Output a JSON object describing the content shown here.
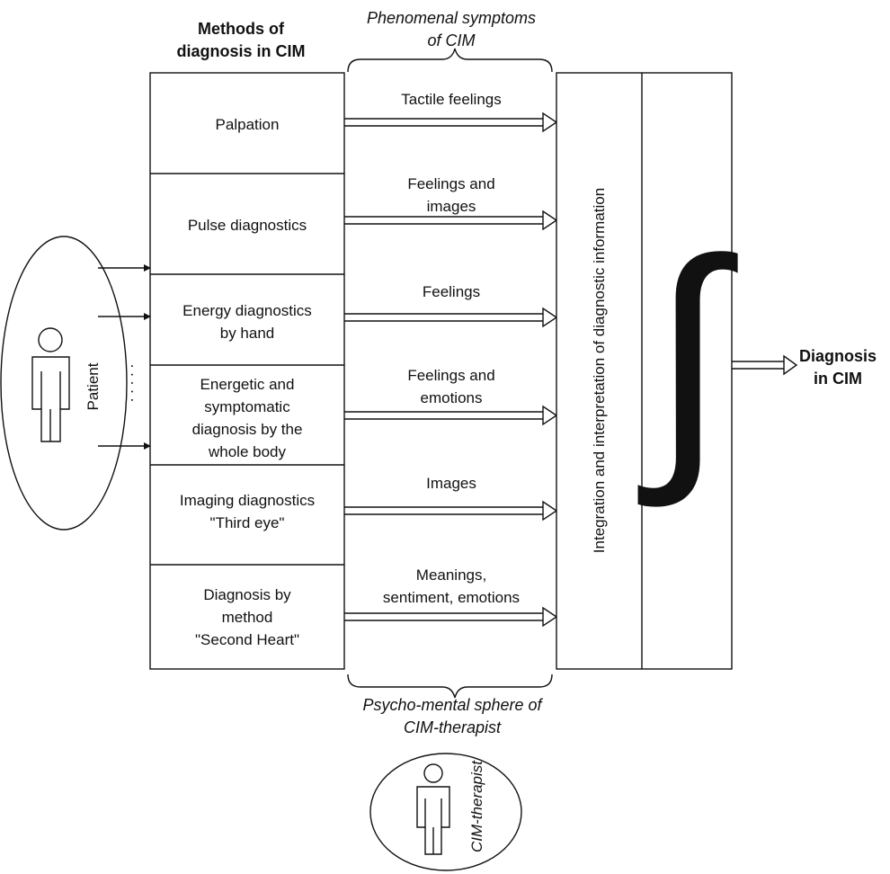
{
  "header": {
    "methods_title_line1": "Methods of",
    "methods_title_line2": "diagnosis in CIM",
    "symptoms_title_line1": "Phenomenal symptoms",
    "symptoms_title_line2": "of CIM"
  },
  "methods": [
    {
      "lines": [
        "Palpation"
      ],
      "symptom": [
        "Tactile feelings"
      ]
    },
    {
      "lines": [
        "Pulse diagnostics"
      ],
      "symptom": [
        "Feelings and",
        "images"
      ]
    },
    {
      "lines": [
        "Energy diagnostics",
        "by hand"
      ],
      "symptom": [
        "Feelings"
      ]
    },
    {
      "lines": [
        "Energetic and",
        "symptomatic",
        "diagnosis by the",
        "whole body"
      ],
      "symptom": [
        "Feelings and",
        "emotions"
      ]
    },
    {
      "lines": [
        "Imaging diagnostics",
        "\"Third eye\""
      ],
      "symptom": [
        "Images"
      ]
    },
    {
      "lines": [
        "Diagnosis by",
        "method",
        "\"Second Heart\""
      ],
      "symptom": [
        "Meanings,",
        "sentiment, emotions"
      ]
    }
  ],
  "patient": {
    "label": "Patient",
    "dots": ". . . . ."
  },
  "integration": {
    "label": "Integration and interpretation of diagnostic information",
    "symbol": "∫"
  },
  "output": {
    "line1": "Diagnosis",
    "line2": "in CIM"
  },
  "footer": {
    "sphere_line1": "Psycho-mental sphere of",
    "sphere_line2": "CIM-therapist",
    "therapist_label": "CIM-therapist"
  }
}
